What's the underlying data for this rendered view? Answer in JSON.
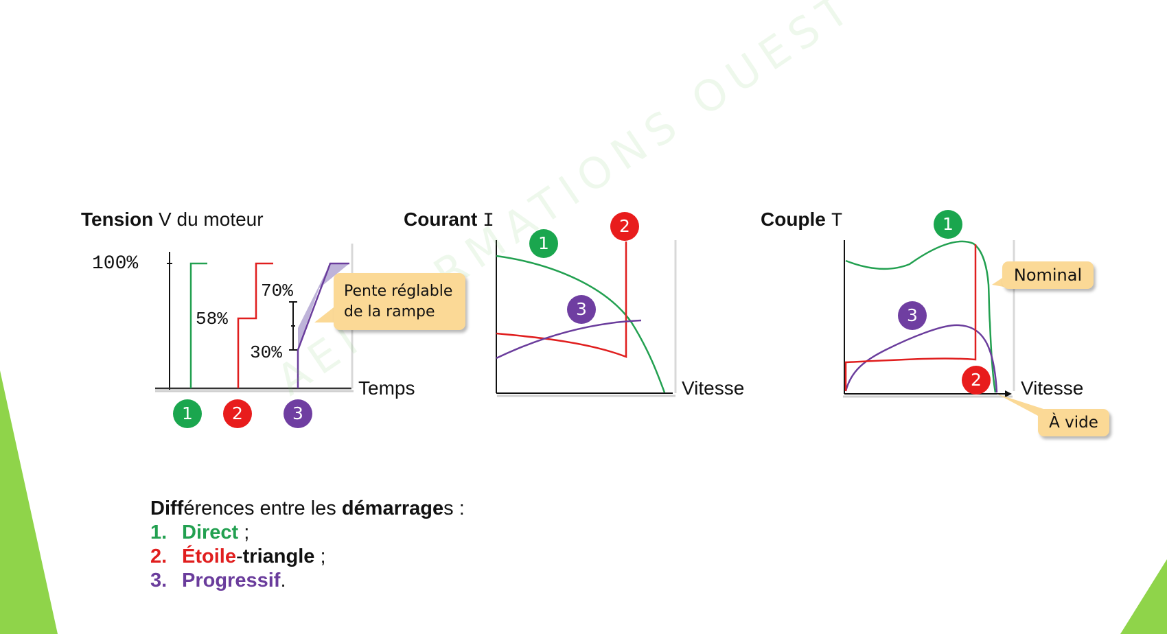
{
  "colors": {
    "direct": "#22a050",
    "star_delta": "#e01e1e",
    "progressive": "#6a3c9c",
    "callout": "#fbd996",
    "accent_green": "#8fd44a"
  },
  "watermark": "AEI FORMATIONS OUEST",
  "tension": {
    "title_bold": "Tension",
    "title_rest": " V du moteur",
    "level_100": "100%",
    "level_58": "58%",
    "level_70": "70%",
    "level_30": "30%",
    "x_label": "Temps",
    "callout_line1": "Pente réglable",
    "callout_line2": "de la rampe"
  },
  "courant": {
    "title_bold": "Courant",
    "title_symbol": "I",
    "x_label": "Vitesse"
  },
  "couple": {
    "title_bold": "Couple",
    "title_symbol": "T",
    "x_label": "Vitesse",
    "callout_nominal": "Nominal",
    "callout_vide": "À vide"
  },
  "badges": {
    "one": "1",
    "two": "2",
    "three": "3"
  },
  "legend": {
    "intro_a": "Diff",
    "intro_b": "érences entre les ",
    "intro_c": "démarrage",
    "intro_d": "s :",
    "item1_num": "1.",
    "item1_label": "Direct",
    "item1_suffix": " ;",
    "item2_num": "2.",
    "item2_label": "Étoile",
    "item2_dash": "-",
    "item2_label_b": "triangle",
    "item2_suffix": " ;",
    "item3_num": "3.",
    "item3_label": "Progressif",
    "item3_suffix": "."
  }
}
